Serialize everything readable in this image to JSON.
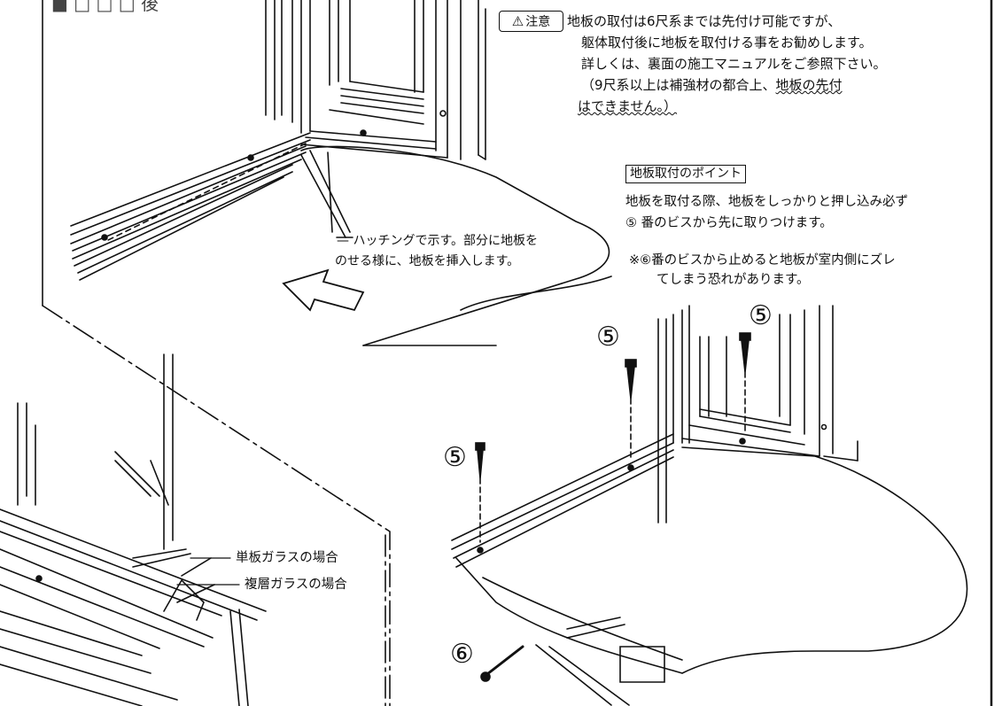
{
  "header": {
    "partial_heading": "■ □ □ □ 後"
  },
  "caution": {
    "badge_label": "注意",
    "icon": "warning-triangle-icon",
    "lines": [
      "地板の取付は6尺系までは先付け可能ですが、",
      "躯体取付後に地板を取付ける事をお勧めします。",
      "詳しくは、裏面の施工マニュアルをご参照下さい。",
      "（9尺系以上は補強材の都合上、",
      "地板の先付",
      "はできません。）"
    ]
  },
  "point": {
    "heading": "地板取付のポイント",
    "body_lines": [
      "地板を取付る際、地板をしっかりと押し込み必ず",
      "⑤ 番のビスから先に取りつけます。"
    ],
    "note_lines": [
      "※⑥番のビスから止めると地板が室内側にズレ",
      "てしまう恐れがあります。"
    ]
  },
  "top_left_annotation": {
    "lines": [
      "ハッチングで示す。部分に地板を",
      "のせる様に、地板を挿入します。"
    ]
  },
  "glass_labels": {
    "single": "単板ガラスの場合",
    "double": "複層ガラスの場合"
  },
  "screw_labels": {
    "five": "⑤",
    "six": "⑥"
  }
}
